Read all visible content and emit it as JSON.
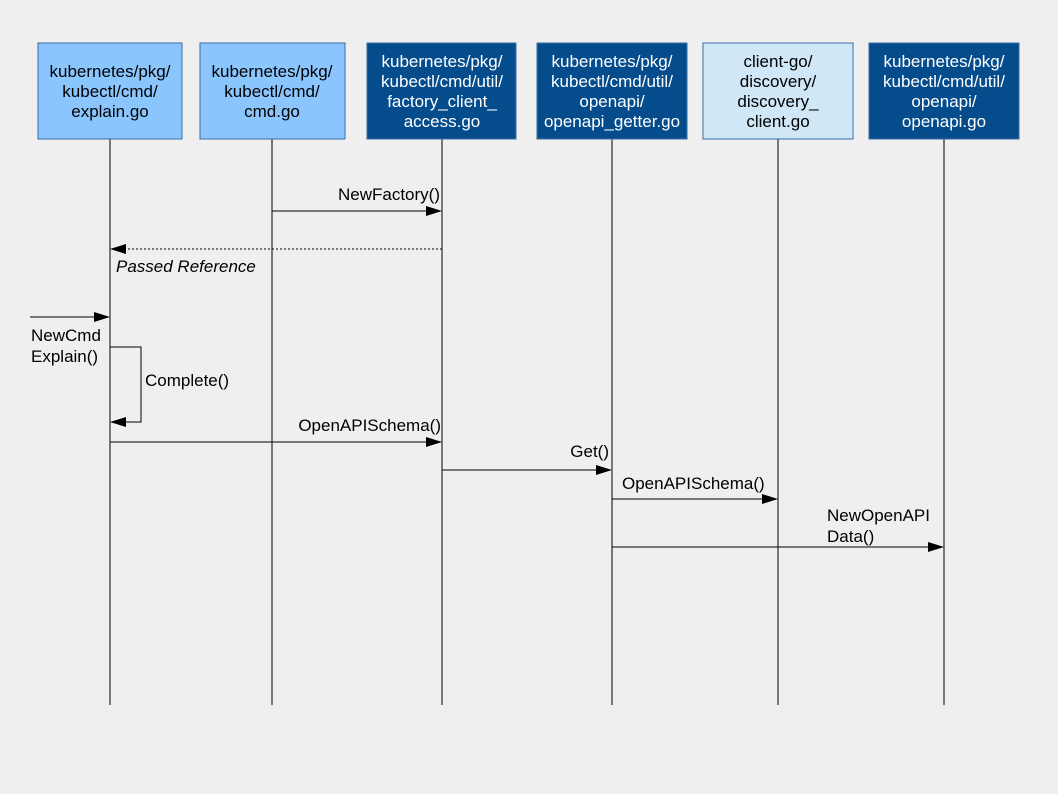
{
  "participants": [
    {
      "id": "explain",
      "lines": [
        "kubernetes/pkg/",
        "kubectl/cmd/",
        "explain.go"
      ],
      "fill": "#8ac6fd",
      "text_color": "#000000"
    },
    {
      "id": "cmd",
      "lines": [
        "kubernetes/pkg/",
        "kubectl/cmd/",
        "cmd.go"
      ],
      "fill": "#8ac6fd",
      "text_color": "#000000"
    },
    {
      "id": "factory",
      "lines": [
        "kubernetes/pkg/",
        "kubectl/cmd/util/",
        "factory_client_",
        "access.go"
      ],
      "fill": "#054c8d",
      "text_color": "#ffffff"
    },
    {
      "id": "getter",
      "lines": [
        "kubernetes/pkg/",
        "kubectl/cmd/util/",
        "openapi/",
        "openapi_getter.go"
      ],
      "fill": "#054c8d",
      "text_color": "#ffffff"
    },
    {
      "id": "discovery",
      "lines": [
        "client-go/",
        "discovery/",
        "discovery_",
        "client.go"
      ],
      "fill": "#cfe7f7",
      "text_color": "#000000"
    },
    {
      "id": "openapi",
      "lines": [
        "kubernetes/pkg/",
        "kubectl/cmd/util/",
        "openapi/",
        "openapi.go"
      ],
      "fill": "#054c8d",
      "text_color": "#ffffff"
    }
  ],
  "messages": [
    {
      "id": "new-factory",
      "from": "cmd",
      "to": "factory",
      "lines": [
        "NewFactory()"
      ],
      "style": "solid",
      "italic": false
    },
    {
      "id": "passed-reference",
      "from": "factory",
      "to": "explain",
      "lines": [
        "Passed Reference"
      ],
      "style": "dotted",
      "italic": true
    },
    {
      "id": "new-cmd-explain",
      "from": "external",
      "to": "explain",
      "lines": [
        "NewCmd",
        "Explain()"
      ],
      "style": "solid",
      "italic": false
    },
    {
      "id": "complete",
      "from": "explain",
      "to": "explain",
      "lines": [
        "Complete()"
      ],
      "style": "self",
      "italic": false
    },
    {
      "id": "openapi-schema-1",
      "from": "explain",
      "to": "factory",
      "lines": [
        "OpenAPISchema()"
      ],
      "style": "solid",
      "italic": false
    },
    {
      "id": "get",
      "from": "factory",
      "to": "getter",
      "lines": [
        "Get()"
      ],
      "style": "solid",
      "italic": false
    },
    {
      "id": "openapi-schema-2",
      "from": "getter",
      "to": "discovery",
      "lines": [
        "OpenAPISchema()"
      ],
      "style": "solid",
      "italic": false
    },
    {
      "id": "new-openapi-data",
      "from": "getter",
      "to": "openapi",
      "lines": [
        "NewOpenAPI",
        "Data()"
      ],
      "style": "solid",
      "italic": false
    }
  ]
}
